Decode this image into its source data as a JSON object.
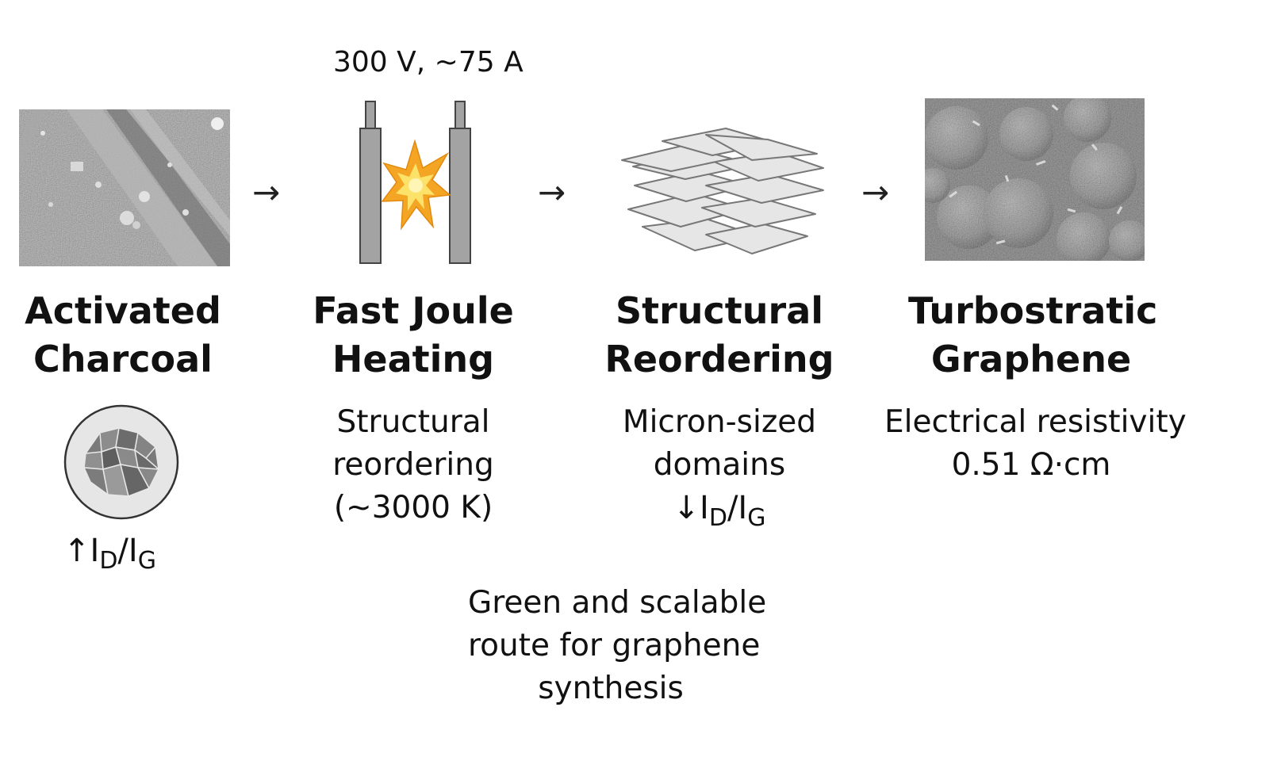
{
  "voltage_label": "300 V, ~75 A",
  "stages": [
    {
      "title": [
        "Activated",
        "Charcoal"
      ],
      "ratio": {
        "arrow": "↑",
        "d": "I",
        "d_sub": "D",
        "sep": "/",
        "g": "I",
        "g_sub": "G"
      }
    },
    {
      "title": [
        "Fast Joule",
        "Heating"
      ],
      "description": [
        "Structural",
        "reordering",
        "(~3000 K)"
      ]
    },
    {
      "title": [
        "Structural",
        "Reordering"
      ],
      "description": [
        "Micron-sized",
        "domains"
      ],
      "ratio": {
        "arrow": "↓",
        "d": "I",
        "d_sub": "D",
        "sep": "/",
        "g": "I",
        "g_sub": "G"
      }
    },
    {
      "title": [
        "Turbostratic",
        "Graphene"
      ],
      "description": [
        "Electrical resistivity",
        "0.51 Ω·cm"
      ]
    }
  ],
  "arrows": [
    "→",
    "→",
    "→"
  ],
  "footer": [
    "Green and scalable",
    "route for graphene",
    "synthesis"
  ],
  "colors": {
    "electrode": "#a3a3a3",
    "spark_outer": "#f5a524",
    "spark_inner": "#fde26a",
    "sheet": "#e6e6e6",
    "sem_background": "#8a8a8a"
  },
  "icons": [
    "sem-charcoal-image",
    "joule-heating-icon",
    "graphene-sheets-icon",
    "sem-graphene-image",
    "charcoal-particle-icon"
  ]
}
